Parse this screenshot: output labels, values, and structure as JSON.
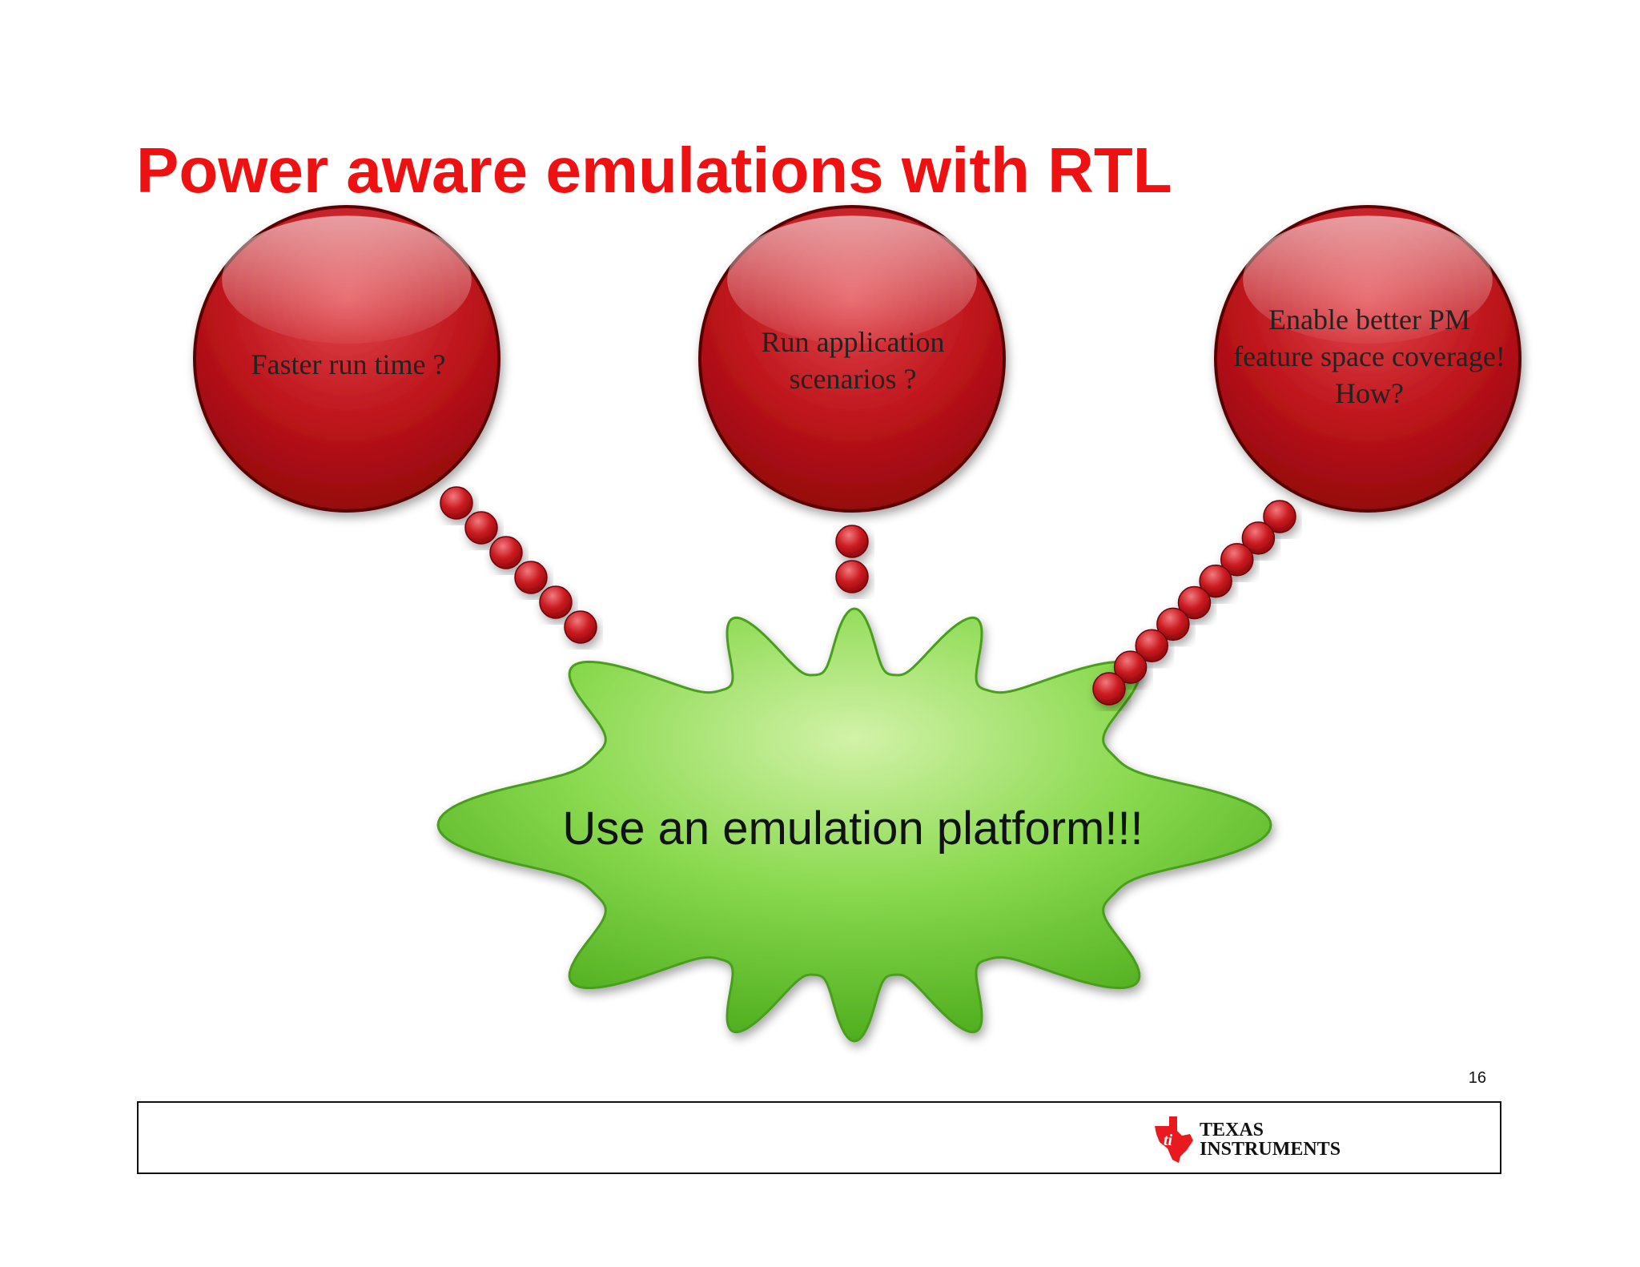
{
  "title": "Power aware emulations with RTL",
  "colors": {
    "title": "#ee1111",
    "bubble": "#c0141c",
    "connector": "#cc1c22",
    "cloud": "#6cc43a",
    "logo": "#e8191f"
  },
  "questions": [
    {
      "text": "Faster run time ?"
    },
    {
      "text": "Run application scenarios ?"
    },
    {
      "text": "Enable better PM feature space coverage! How?"
    }
  ],
  "central": {
    "text": "Use an emulation platform!!!"
  },
  "page_number": "16",
  "logo": {
    "line1": "TEXAS",
    "line2": "INSTRUMENTS"
  }
}
